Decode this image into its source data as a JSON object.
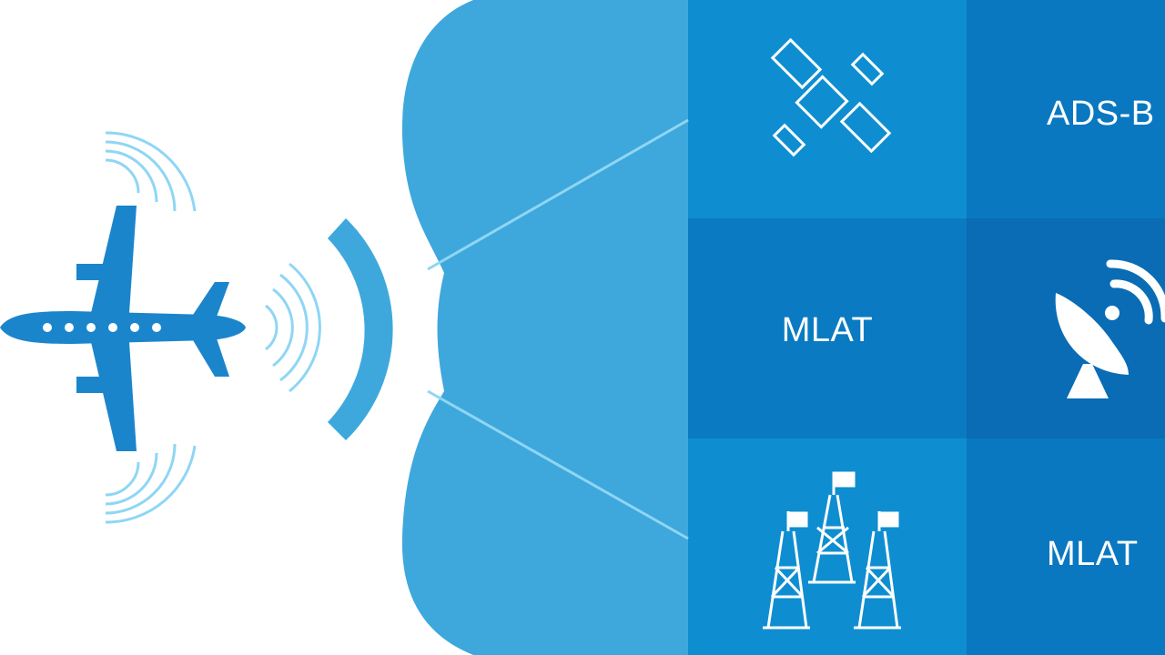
{
  "colors": {
    "background": "#ffffff",
    "cloud": "#3ea8dc",
    "airplane": "#1b85cc",
    "waves_light": "#7fcff0",
    "arc": "#3ea8dc",
    "link_lines": "#7fcff0",
    "tile_light": "#0e8ed0",
    "tile_medium": "#0978c0",
    "tile_dark": "#0a6cb4",
    "icon_stroke": "#ffffff"
  },
  "tiles": {
    "satellite": {
      "icon": "satellite-icon"
    },
    "ads_b": {
      "label": "ADS-B"
    },
    "mlat_top": {
      "label": "MLAT"
    },
    "radar": {
      "icon": "satellite-dish-icon"
    },
    "towers": {
      "icon": "radio-towers-icon"
    },
    "mlat_bottom": {
      "label": "MLAT"
    }
  },
  "icons": {
    "airplane": "airplane-icon",
    "signal_waves_top": "signal-waves-icon",
    "signal_waves_front": "signal-waves-icon",
    "signal_waves_bottom": "signal-waves-icon",
    "signal_arc": "signal-arc"
  }
}
